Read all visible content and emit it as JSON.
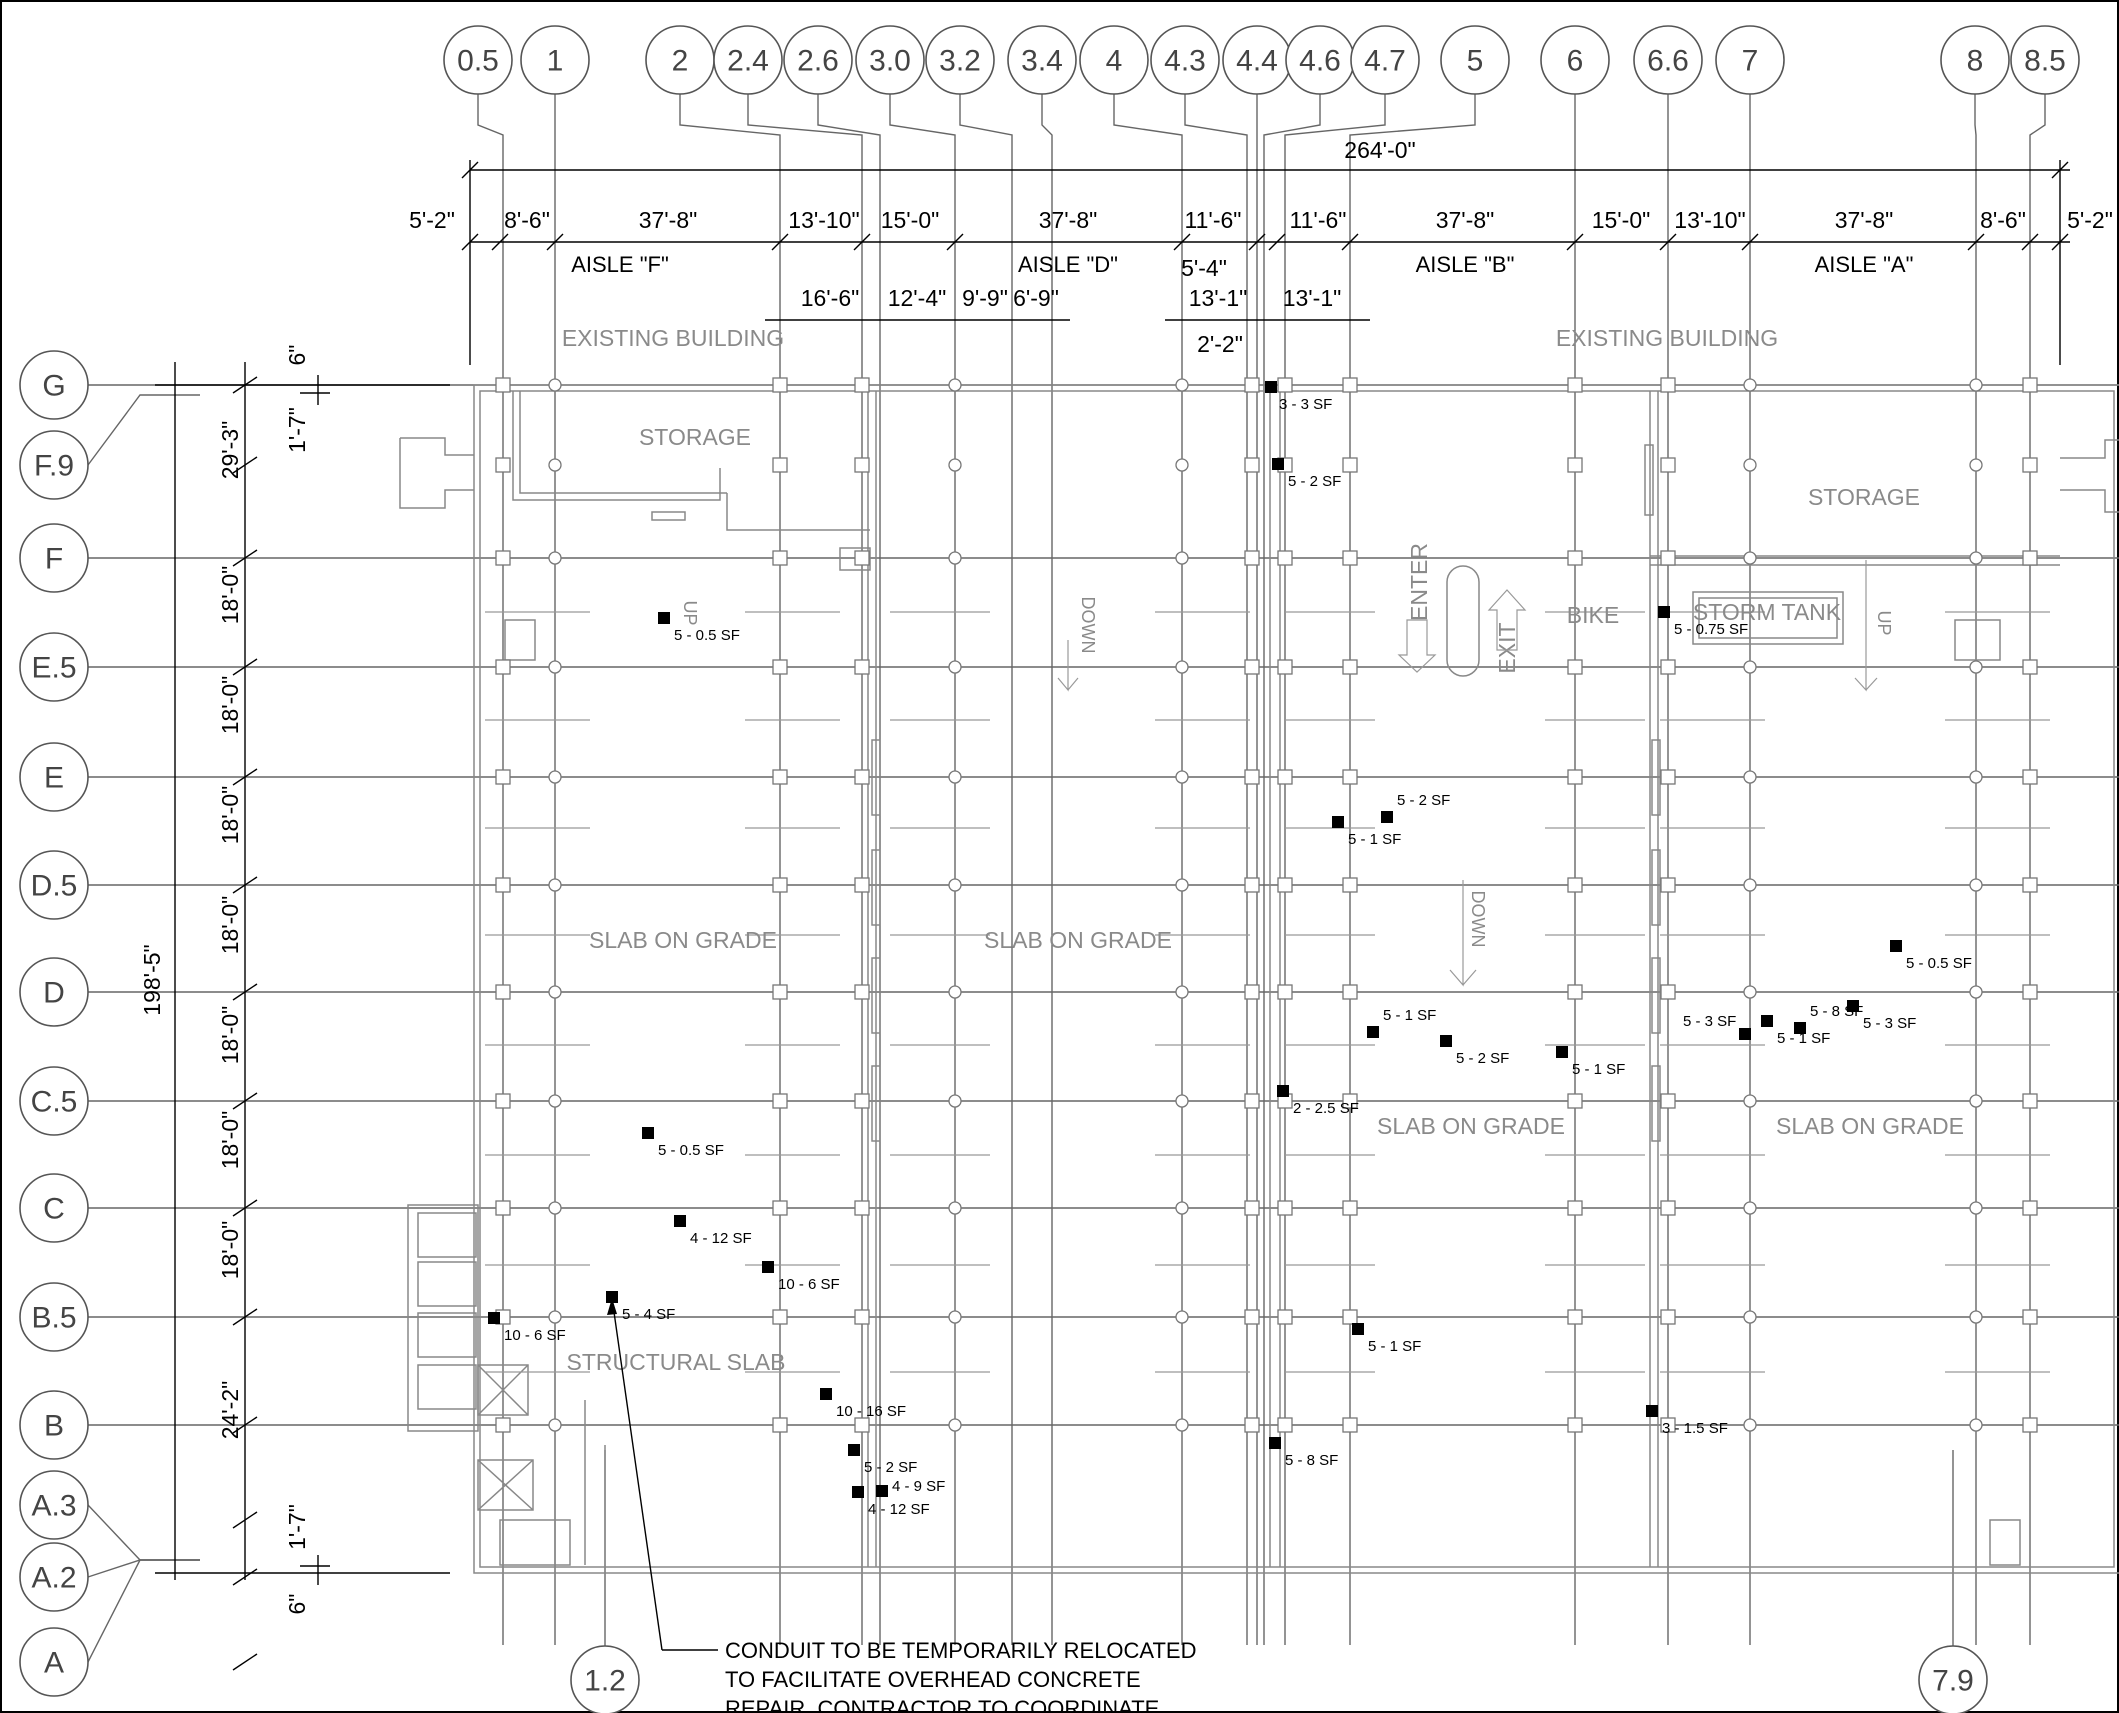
{
  "grid_columns": [
    {
      "label": "0.5",
      "x": 0.5
    },
    {
      "label": "1",
      "x": 1
    },
    {
      "label": "2",
      "x": 2
    },
    {
      "label": "2.4",
      "x": 2.4
    },
    {
      "label": "2.6",
      "x": 2.6
    },
    {
      "label": "3.0",
      "x": 3.0
    },
    {
      "label": "3.2",
      "x": 3.2
    },
    {
      "label": "3.4",
      "x": 3.4
    },
    {
      "label": "4",
      "x": 4
    },
    {
      "label": "4.3",
      "x": 4.3
    },
    {
      "label": "4.4",
      "x": 4.4
    },
    {
      "label": "4.6",
      "x": 4.6
    },
    {
      "label": "4.7",
      "x": 4.7
    },
    {
      "label": "5",
      "x": 5
    },
    {
      "label": "6",
      "x": 6
    },
    {
      "label": "6.6",
      "x": 6.6
    },
    {
      "label": "7",
      "x": 7
    },
    {
      "label": "8",
      "x": 8
    },
    {
      "label": "8.5",
      "x": 8.5
    }
  ],
  "bottom_columns": [
    {
      "label": "1.2"
    },
    {
      "label": "7.9"
    }
  ],
  "grid_rows": [
    {
      "label": "G"
    },
    {
      "label": "F.9"
    },
    {
      "label": "F"
    },
    {
      "label": "E.5"
    },
    {
      "label": "E"
    },
    {
      "label": "D.5"
    },
    {
      "label": "D"
    },
    {
      "label": "C.5"
    },
    {
      "label": "C"
    },
    {
      "label": "B.5"
    },
    {
      "label": "B"
    },
    {
      "label": "A.3"
    },
    {
      "label": "A.2"
    },
    {
      "label": "A"
    }
  ],
  "top_dimensions": {
    "overall": "264'-0\"",
    "row1": [
      "5'-2\"",
      "8'-6\"",
      "37'-8\"",
      "13'-10\"",
      "15'-0\"",
      "37'-8\"",
      "11'-6\"",
      "11'-6\"",
      "37'-8\"",
      "15'-0\"",
      "13'-10\"",
      "37'-8\"",
      "8'-6\"",
      "5'-2\""
    ],
    "row2": [
      "16'-6\"",
      "12'-4\"",
      "9'-9\"",
      "6'-9\"",
      "5'-4\"",
      "13'-1\"",
      "13'-1\"",
      "2'-2\""
    ],
    "aisles": [
      "AISLE \"F\"",
      "AISLE \"D\"",
      "AISLE \"B\"",
      "AISLE \"A\""
    ]
  },
  "left_dimensions": {
    "overall": "198'-5\"",
    "segments": [
      "29'-3\"",
      "18'-0\"",
      "18'-0\"",
      "18'-0\"",
      "18'-0\"",
      "18'-0\"",
      "18'-0\"",
      "18'-0\"",
      "24'-2\""
    ],
    "small": [
      "6\"",
      "1'-7\"",
      "1'-7\"",
      "6\""
    ]
  },
  "room_labels": {
    "existing_left": "EXISTING BUILDING",
    "existing_right": "EXISTING BUILDING",
    "storage_left": "STORAGE",
    "storage_right": "STORAGE",
    "slab1": "SLAB ON GRADE",
    "slab2": "SLAB ON GRADE",
    "slab3": "SLAB ON GRADE",
    "slab4": "SLAB ON GRADE",
    "structural": "STRUCTURAL SLAB",
    "storm_tank": "STORM TANK",
    "bike": "BIKE",
    "enter": "ENTER",
    "exit": "EXIT",
    "up1": "UP",
    "up2": "UP",
    "down1": "DOWN",
    "down2": "DOWN"
  },
  "spall_marks": [
    {
      "text": "3 - 3 SF"
    },
    {
      "text": "5 - 2 SF"
    },
    {
      "text": "5 - 0.5 SF"
    },
    {
      "text": "5 - 0.75 SF"
    },
    {
      "text": "5 - 2 SF"
    },
    {
      "text": "5 - 1 SF"
    },
    {
      "text": "5 - 0.5 SF"
    },
    {
      "text": "5 - 8 SF"
    },
    {
      "text": "5 - 3 SF"
    },
    {
      "text": "5 - 3 SF"
    },
    {
      "text": "5 - 1 SF"
    },
    {
      "text": "5 - 1 SF"
    },
    {
      "text": "5 - 2 SF"
    },
    {
      "text": "5 - 1 SF"
    },
    {
      "text": "2 - 2.5 SF"
    },
    {
      "text": "5 - 0.5 SF"
    },
    {
      "text": "4 - 12 SF"
    },
    {
      "text": "10 - 6 SF"
    },
    {
      "text": "5 - 4 SF"
    },
    {
      "text": "10 - 6 SF"
    },
    {
      "text": "5 - 1 SF"
    },
    {
      "text": "10 - 16 SF"
    },
    {
      "text": "3 - 1.5 SF"
    },
    {
      "text": "5 - 8 SF"
    },
    {
      "text": "5 - 2 SF"
    },
    {
      "text": "4 - 9 SF"
    },
    {
      "text": "4 - 12 SF"
    }
  ],
  "note": {
    "line1": "CONDUIT TO BE TEMPORARILY RELOCATED",
    "line2": "TO FACILITATE OVERHEAD CONCRETE",
    "line3": "REPAIR. CONTRACTOR TO COORDINATE"
  }
}
